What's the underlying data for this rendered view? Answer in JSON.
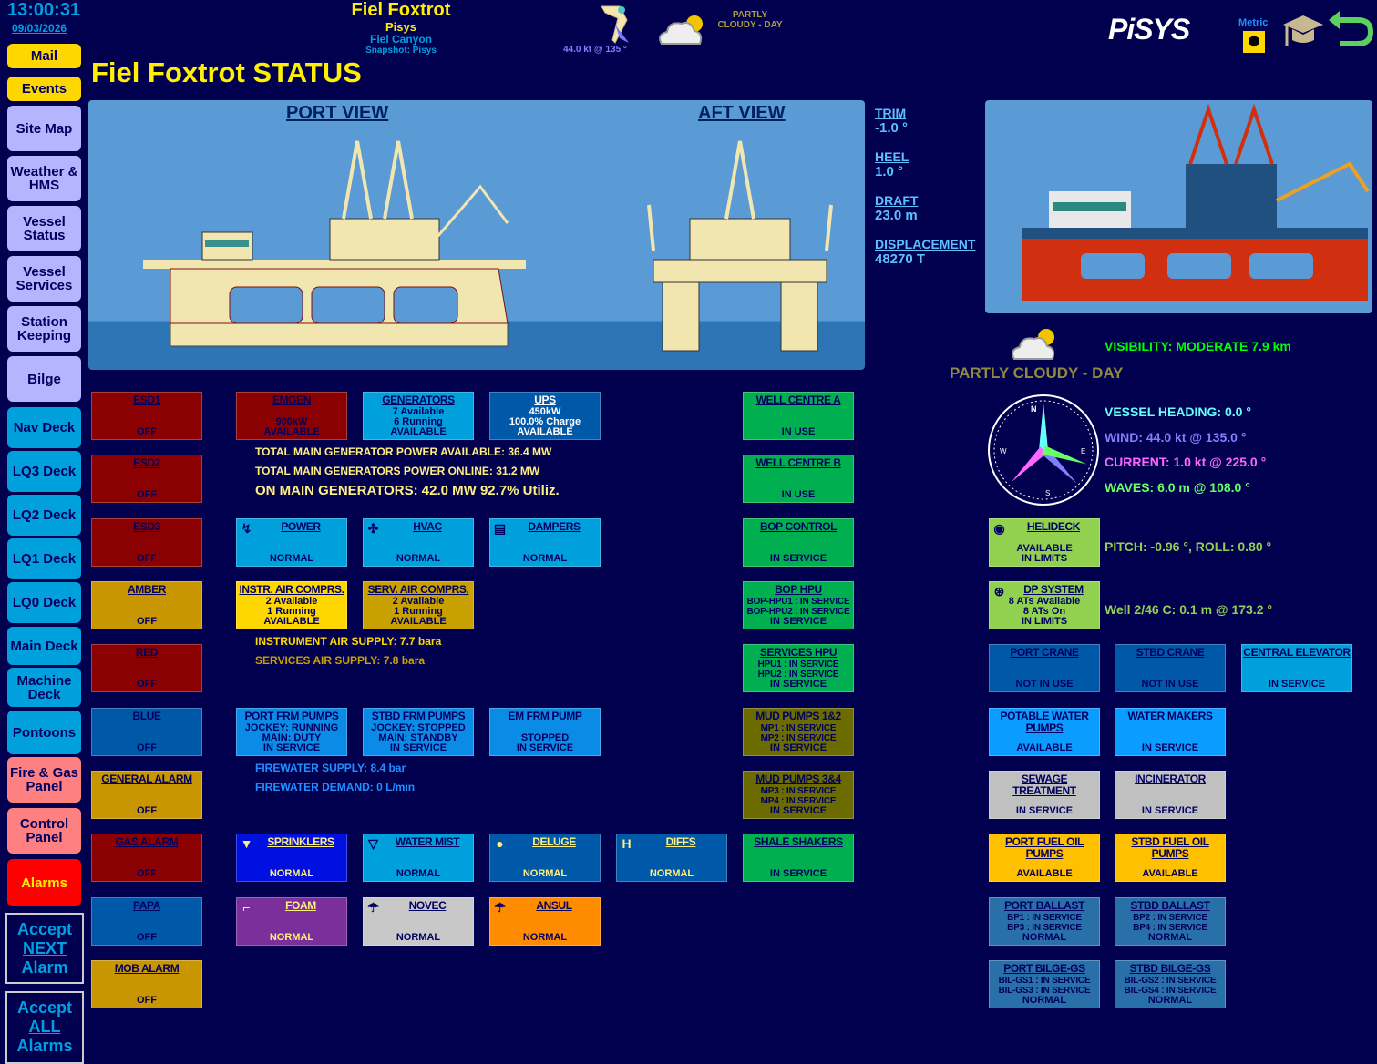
{
  "header": {
    "time": "13:00:31",
    "date": "09/03/2026",
    "site": "Fiel Foxtrot",
    "company": "Pisys",
    "field": "Fiel Canyon",
    "snapshot": "Snapshot: Pisys",
    "wind_readout": "44.0 kt @ 135 °",
    "weather": "PARTLY CLOUDY - DAY",
    "page_title": "Fiel Foxtrot STATUS",
    "logo": "PiSYS",
    "units": "Metric"
  },
  "nav": [
    "Mail",
    "Events",
    "Site Map",
    "Weather & HMS",
    "Vessel Status",
    "Vessel Services",
    "Station Keeping",
    "Bilge",
    "Nav Deck",
    "LQ3 Deck",
    "LQ2 Deck",
    "LQ1 Deck",
    "LQ0 Deck",
    "Main Deck",
    "Machine Deck",
    "Pontoons",
    "Fire & Gas Panel",
    "Control Panel",
    "Alarms"
  ],
  "accept_next": {
    "a": "Accept",
    "b": "NEXT",
    "c": "Alarm"
  },
  "accept_all": {
    "a": "Accept",
    "b": "ALL",
    "c": "Alarms"
  },
  "views": {
    "port": "PORT VIEW",
    "aft": "AFT VIEW"
  },
  "vessel": {
    "trim_label": "TRIM",
    "trim": "-1.0 °",
    "heel_label": "HEEL",
    "heel": "1.0 °",
    "draft_label": "DRAFT",
    "draft": "23.0 m",
    "disp_label": "DISPLACEMENT",
    "disp": "48270 T"
  },
  "weather": {
    "visibility": "VISIBILITY: MODERATE 7.9 km",
    "condition": "PARTLY CLOUDY - DAY",
    "heading": "VESSEL HEADING: 0.0 °",
    "wind": "WIND: 44.0 kt @ 135.0 °",
    "current": "CURRENT: 1.0 kt @ 225.0 °",
    "waves": "WAVES: 6.0 m @ 108.0 °",
    "pitch_roll": "PITCH: -0.96 °, ROLL: 0.80 °",
    "well": "Well 2/46 C: 0.1 m @ 173.2 °",
    "compass": {
      "n": "N",
      "e": "E",
      "s": "S",
      "w": "W",
      "heading_deg": 0,
      "wind_deg": 135,
      "current_deg": 225,
      "waves_deg": 108
    }
  },
  "power_info": {
    "avail": "TOTAL MAIN GENERATOR POWER AVAILABLE: 36.4 MW",
    "online": "TOTAL MAIN GENERATORS POWER ONLINE: 31.2 MW",
    "util": "ON MAIN GENERATORS: 42.0 MW 92.7% Utiliz."
  },
  "air_info": {
    "instr": "INSTRUMENT AIR SUPPLY: 7.7 bara",
    "serv": "SERVICES AIR SUPPLY: 7.8 bara"
  },
  "fw_info": {
    "supply": "FIREWATER SUPPLY: 8.4 bar",
    "demand": "FIREWATER DEMAND: 0 L/min"
  },
  "colors": {
    "red": "#8b0000",
    "gold": "#c89600",
    "blue": "#0058a8",
    "cyan": "#00a0dc",
    "green": "#00b050",
    "olive": "#6b6b00",
    "lime": "#92d050"
  },
  "tiles": [
    {
      "id": "esd1",
      "title": "ESD1",
      "lines": [
        "OFF"
      ]
    },
    {
      "id": "esd2",
      "title": "ESD2",
      "lines": [
        "OFF"
      ]
    },
    {
      "id": "esd3",
      "title": "ESD3",
      "lines": [
        "OFF"
      ]
    },
    {
      "id": "amber",
      "title": "AMBER",
      "lines": [
        "OFF"
      ]
    },
    {
      "id": "red",
      "title": "RED",
      "lines": [
        "OFF"
      ]
    },
    {
      "id": "blue",
      "title": "BLUE",
      "lines": [
        "OFF"
      ]
    },
    {
      "id": "general-alarm",
      "title": "GENERAL ALARM",
      "lines": [
        "OFF"
      ]
    },
    {
      "id": "gas-alarm",
      "title": "GAS ALARM",
      "lines": [
        "OFF"
      ]
    },
    {
      "id": "papa",
      "title": "PAPA",
      "lines": [
        "OFF"
      ]
    },
    {
      "id": "mob-alarm",
      "title": "MOB ALARM",
      "lines": [
        "OFF"
      ]
    },
    {
      "id": "emgen",
      "title": "EMGEN",
      "lines": [
        "900kW",
        "AVAILABLE"
      ]
    },
    {
      "id": "generators",
      "title": "GENERATORS",
      "lines": [
        "7 Available",
        "6 Running",
        "AVAILABLE"
      ]
    },
    {
      "id": "ups",
      "title": "UPS",
      "lines": [
        "450kW",
        "100.0% Charge",
        "AVAILABLE"
      ]
    },
    {
      "id": "power",
      "title": "POWER",
      "lines": [
        "NORMAL"
      ],
      "icon": "lightning-icon"
    },
    {
      "id": "hvac",
      "title": "HVAC",
      "lines": [
        "NORMAL"
      ],
      "icon": "fan-icon"
    },
    {
      "id": "dampers",
      "title": "DAMPERS",
      "lines": [
        "NORMAL"
      ],
      "icon": "damper-icon"
    },
    {
      "id": "instr-air",
      "title": "INSTR. AIR COMPRS.",
      "lines": [
        "2 Available",
        "1 Running",
        "AVAILABLE"
      ]
    },
    {
      "id": "serv-air",
      "title": "SERV. AIR COMPRS.",
      "lines": [
        "2 Available",
        "1 Running",
        "AVAILABLE"
      ]
    },
    {
      "id": "port-frm",
      "title": "PORT FRM PUMPS",
      "lines": [
        "JOCKEY: RUNNING",
        "MAIN: DUTY",
        "IN SERVICE"
      ]
    },
    {
      "id": "stbd-frm",
      "title": "STBD FRM PUMPS",
      "lines": [
        "JOCKEY: STOPPED",
        "MAIN: STANDBY",
        "IN SERVICE"
      ]
    },
    {
      "id": "em-frm",
      "title": "EM FRM PUMP",
      "lines": [
        "STOPPED",
        "IN SERVICE"
      ]
    },
    {
      "id": "sprinklers",
      "title": "SPRINKLERS",
      "lines": [
        "NORMAL"
      ],
      "icon": "sprinkler-icon"
    },
    {
      "id": "water-mist",
      "title": "WATER MIST",
      "lines": [
        "NORMAL"
      ],
      "icon": "mist-nozzle-icon"
    },
    {
      "id": "deluge",
      "title": "DELUGE",
      "lines": [
        "NORMAL"
      ],
      "icon": "water-drop-icon"
    },
    {
      "id": "diffs",
      "title": "DIFFS",
      "lines": [
        "NORMAL"
      ],
      "icon": "helideck-h-icon"
    },
    {
      "id": "foam",
      "title": "FOAM",
      "lines": [
        "NORMAL"
      ],
      "icon": "foam-monitor-icon"
    },
    {
      "id": "novec",
      "title": "NOVEC",
      "lines": [
        "NORMAL"
      ],
      "icon": "novec-nozzle-icon"
    },
    {
      "id": "ansul",
      "title": "ANSUL",
      "lines": [
        "NORMAL"
      ],
      "icon": "ansul-nozzle-icon"
    },
    {
      "id": "well-a",
      "title": "WELL CENTRE A",
      "lines": [
        "IN USE"
      ]
    },
    {
      "id": "well-b",
      "title": "WELL CENTRE B",
      "lines": [
        "IN USE"
      ]
    },
    {
      "id": "bop-control",
      "title": "BOP CONTROL",
      "lines": [
        "IN SERVICE"
      ]
    },
    {
      "id": "bop-hpu",
      "title": "BOP HPU",
      "lines": [
        "BOP-HPU1 : IN SERVICE",
        "BOP-HPU2 : IN SERVICE",
        "IN SERVICE"
      ]
    },
    {
      "id": "services-hpu",
      "title": "SERVICES HPU",
      "lines": [
        "HPU1 : IN SERVICE",
        "HPU2 : IN SERVICE",
        "IN SERVICE"
      ]
    },
    {
      "id": "mud-12",
      "title": "MUD PUMPS 1&2",
      "lines": [
        "MP1 : IN SERVICE",
        "MP2 : IN SERVICE",
        "IN SERVICE"
      ]
    },
    {
      "id": "mud-34",
      "title": "MUD PUMPS 3&4",
      "lines": [
        "MP3 : IN SERVICE",
        "MP4 : IN SERVICE",
        "IN SERVICE"
      ]
    },
    {
      "id": "shale",
      "title": "SHALE SHAKERS",
      "lines": [
        "IN SERVICE"
      ]
    },
    {
      "id": "helideck",
      "title": "HELIDECK",
      "lines": [
        "AVAILABLE",
        "IN LIMITS"
      ],
      "icon": "helideck-icon"
    },
    {
      "id": "dp",
      "title": "DP SYSTEM",
      "lines": [
        "8 ATs Available",
        "8 ATs On",
        "IN LIMITS"
      ],
      "icon": "dp-icon"
    },
    {
      "id": "port-crane",
      "title": "PORT CRANE",
      "lines": [
        "NOT IN USE"
      ]
    },
    {
      "id": "stbd-crane",
      "title": "STBD CRANE",
      "lines": [
        "NOT IN USE"
      ]
    },
    {
      "id": "central-elevator",
      "title": "CENTRAL ELEVATOR",
      "lines": [
        "IN SERVICE"
      ]
    },
    {
      "id": "potable",
      "title": "POTABLE WATER PUMPS",
      "lines": [
        "AVAILABLE"
      ]
    },
    {
      "id": "water-makers",
      "title": "WATER MAKERS",
      "lines": [
        "IN SERVICE"
      ]
    },
    {
      "id": "sewage",
      "title": "SEWAGE TREATMENT",
      "lines": [
        "IN SERVICE"
      ]
    },
    {
      "id": "incinerator",
      "title": "INCINERATOR",
      "lines": [
        "IN SERVICE"
      ]
    },
    {
      "id": "port-fuel",
      "title": "PORT FUEL OIL PUMPS",
      "lines": [
        "AVAILABLE"
      ]
    },
    {
      "id": "stbd-fuel",
      "title": "STBD FUEL OIL PUMPS",
      "lines": [
        "AVAILABLE"
      ]
    },
    {
      "id": "port-ballast",
      "title": "PORT BALLAST",
      "lines": [
        "BP1 : IN SERVICE",
        "BP3 : IN SERVICE",
        "NORMAL"
      ]
    },
    {
      "id": "stbd-ballast",
      "title": "STBD BALLAST",
      "lines": [
        "BP2 : IN SERVICE",
        "BP4 : IN SERVICE",
        "NORMAL"
      ]
    },
    {
      "id": "port-bilge",
      "title": "PORT BILGE-GS",
      "lines": [
        "BIL-GS1 : IN SERVICE",
        "BIL-GS3 : IN SERVICE",
        "NORMAL"
      ]
    },
    {
      "id": "stbd-bilge",
      "title": "STBD BILGE-GS",
      "lines": [
        "BIL-GS2 : IN SERVICE",
        "BIL-GS4 : IN SERVICE",
        "NORMAL"
      ]
    }
  ]
}
